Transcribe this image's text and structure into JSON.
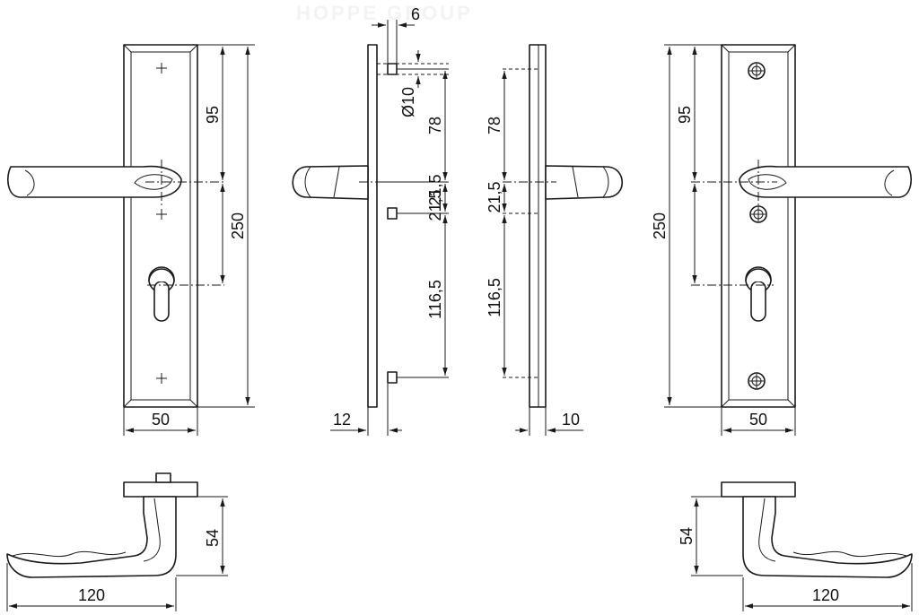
{
  "watermark": "HOPPE GROUP",
  "dimensions": {
    "front_left_height": "95",
    "front_left_total": "250",
    "front_left_width": "50",
    "side_left_pin_len": "6",
    "side_left_pin_dia": "Ø10",
    "side_left_top": "78",
    "side_left_mid": "21,5",
    "side_left_mid2": "21,5",
    "side_left_bottom": "116,5",
    "side_left_thickness": "12",
    "side_right_top": "78",
    "side_right_mid": "21,5",
    "side_right_bottom": "116,5",
    "side_right_thickness": "10",
    "front_right_height": "95",
    "front_right_total": "250",
    "front_right_width": "50",
    "bottom_left_height": "54",
    "bottom_left_length": "120",
    "bottom_right_height": "54",
    "bottom_right_length": "120"
  }
}
